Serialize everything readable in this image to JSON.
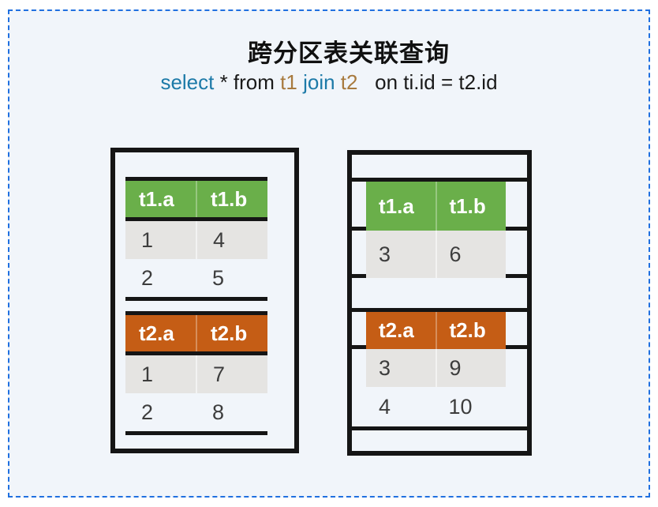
{
  "title": "跨分区表关联查询",
  "sql": {
    "parts": [
      {
        "text": "select",
        "color": "#1d7aa8"
      },
      {
        "text": " * from ",
        "color": "#1a1a1a"
      },
      {
        "text": "t1",
        "color": "#a87a3e"
      },
      {
        "text": " ",
        "color": "#1a1a1a"
      },
      {
        "text": "join",
        "color": "#1d7aa8"
      },
      {
        "text": " ",
        "color": "#1a1a1a"
      },
      {
        "text": "t2",
        "color": "#a87a3e"
      },
      {
        "text": "   on ti.id = t2.id",
        "color": "#1a1a1a"
      }
    ]
  },
  "colors": {
    "page_background": "#f1f5fa",
    "frame_dashed": "#2070e0",
    "box_border": "#151515",
    "t1_header_bg": "#6aaf4a",
    "t2_header_bg": "#c55d15",
    "row_gray_bg": "#e5e4e2",
    "header_text": "#ffffff",
    "cell_text": "#3d3d3d"
  },
  "partition_left": {
    "t1": {
      "columns": [
        "t1.a",
        "t1.b"
      ],
      "rows": [
        [
          "1",
          "4"
        ],
        [
          "2",
          "5"
        ]
      ]
    },
    "t2": {
      "columns": [
        "t2.a",
        "t2.b"
      ],
      "rows": [
        [
          "1",
          "7"
        ],
        [
          "2",
          "8"
        ]
      ]
    }
  },
  "partition_right": {
    "t1": {
      "columns": [
        "t1.a",
        "t1.b"
      ],
      "rows": [
        [
          "3",
          "6"
        ]
      ]
    },
    "t2": {
      "columns": [
        "t2.a",
        "t2.b"
      ],
      "rows": [
        [
          "3",
          "9"
        ],
        [
          "4",
          "10"
        ]
      ]
    }
  }
}
